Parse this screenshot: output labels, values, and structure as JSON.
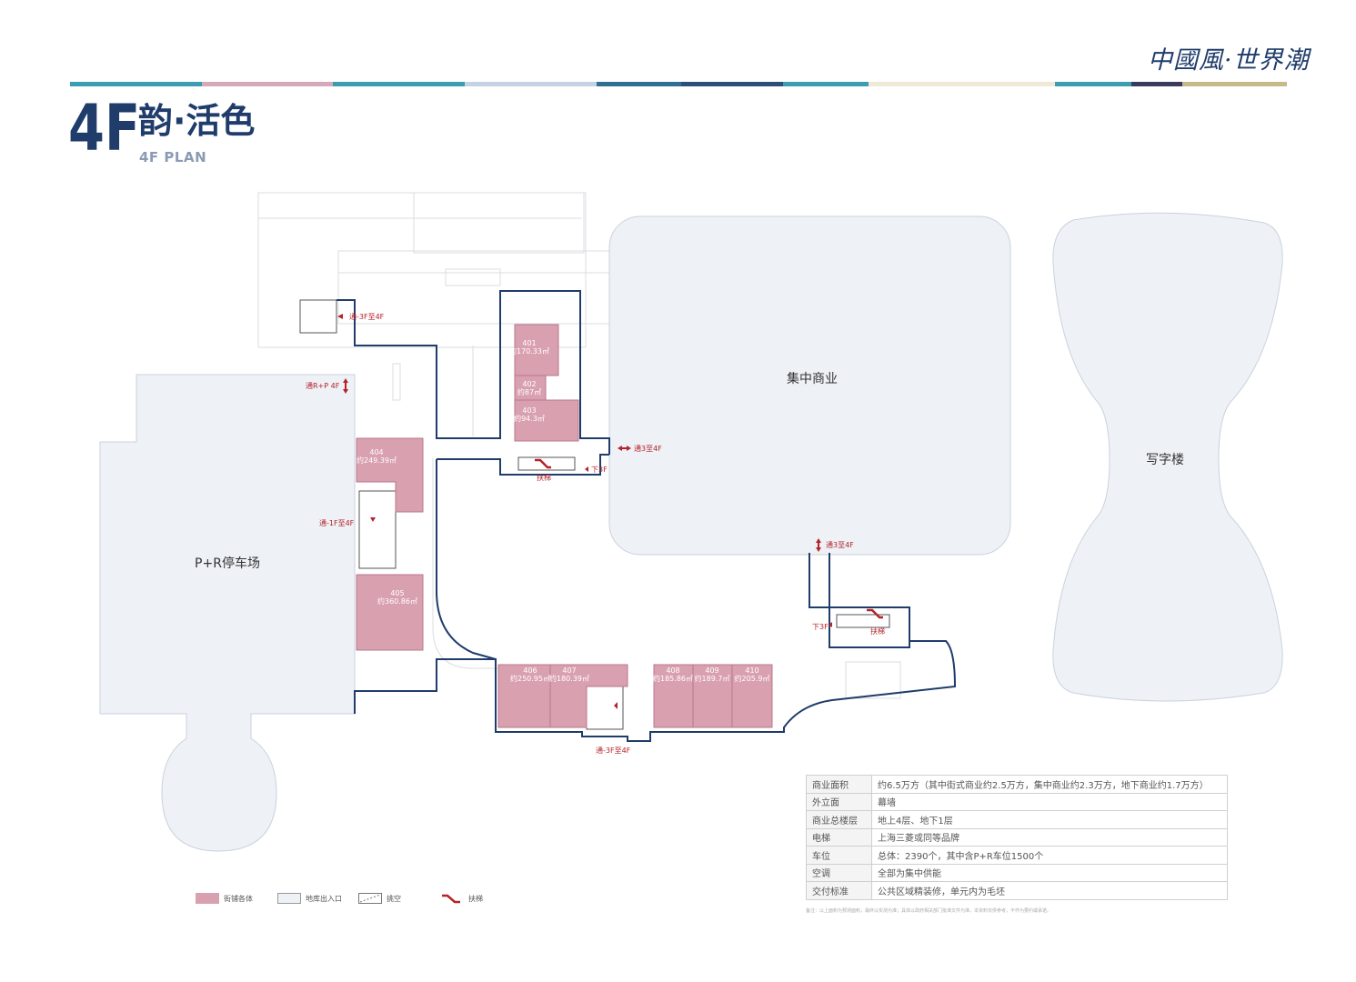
{
  "logo": "中國風·世界潮",
  "title": {
    "floor": "4F",
    "name": "韵·活色",
    "sub": "4F PLAN"
  },
  "colors": {
    "navy": "#1f3c6b",
    "unit_pink": "#d9a0b0",
    "area_blue": "#eef1f6",
    "accent_red": "#b4232a",
    "stripe": [
      "#3b9db0",
      "#d6a9b9",
      "#3b9db0",
      "#c4d3e4",
      "#2f6f94",
      "#2d4f77",
      "#3b9db0",
      "#f0e9d8",
      "#3b9db0",
      "#3a3a5c",
      "#c6b98a"
    ]
  },
  "zones": {
    "parking": "P+R停车场",
    "mall": "集中商业",
    "office": "写字楼"
  },
  "units": [
    {
      "id": "401",
      "area": "约170.33㎡"
    },
    {
      "id": "402",
      "area": "约87㎡"
    },
    {
      "id": "403",
      "area": "约94.3㎡"
    },
    {
      "id": "404",
      "area": "约249.39㎡"
    },
    {
      "id": "405",
      "area": "约360.86㎡"
    },
    {
      "id": "406",
      "area": "约250.95㎡"
    },
    {
      "id": "407",
      "area": "约180.39㎡"
    },
    {
      "id": "408",
      "area": "约185.86㎡"
    },
    {
      "id": "409",
      "area": "约189.7㎡"
    },
    {
      "id": "410",
      "area": "约205.9㎡"
    }
  ],
  "markers": {
    "stair_top": "通-3F至4F",
    "rp": "通R+P 4F",
    "link_3f4f_a": "通3至4F",
    "down3f_a": "下3F",
    "escalator_a": "扶梯",
    "stair_mid": "通-1F至4F",
    "link_3f4f_b": "通3至4F",
    "down3f_b": "下3F",
    "escalator_b": "扶梯",
    "stair_bottom": "通-3F至4F"
  },
  "info": [
    {
      "k": "商业面积",
      "v": "约6.5万方（其中街式商业约2.5万方，集中商业约2.3万方，地下商业约1.7万方）"
    },
    {
      "k": "外立面",
      "v": "幕墙"
    },
    {
      "k": "商业总楼层",
      "v": "地上4层、地下1层"
    },
    {
      "k": "电梯",
      "v": "上海三菱或同等品牌"
    },
    {
      "k": "车位",
      "v": "总体：2390个，其中含P+R车位1500个"
    },
    {
      "k": "空调",
      "v": "全部为集中供能"
    },
    {
      "k": "交付标准",
      "v": "公共区域精装修，单元内为毛坯"
    }
  ],
  "footnote": "备注：以上面积为预测面积，最终以实测为准；具体以政府相关部门批准文件为准，本资料仅供参考，不作为要约或承诺。",
  "legend": {
    "unit": "街铺各体",
    "entrance": "地库出入口",
    "void": "挑空",
    "escalator": "扶梯"
  }
}
